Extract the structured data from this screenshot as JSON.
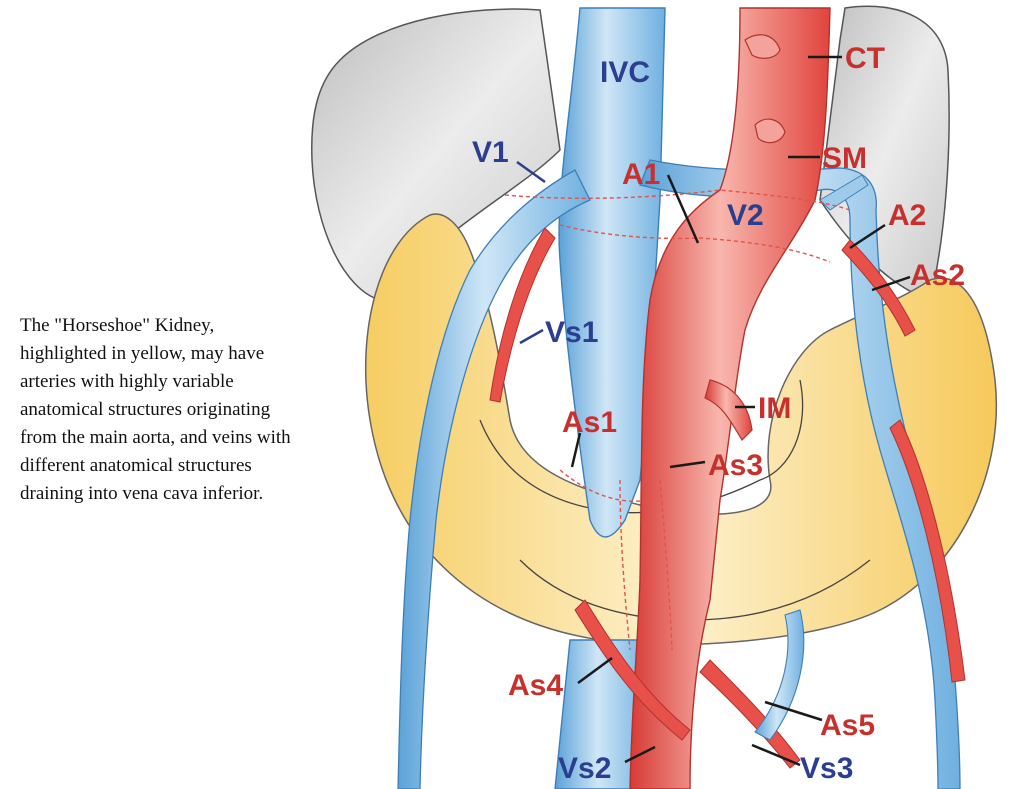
{
  "caption": {
    "lines": [
      "The \"Horseshoe\" Kidney,",
      "highlighted in yellow, may have",
      "arteries with highly variable",
      "anatomical structures originating",
      "from the main aorta, and veins with",
      "different anatomical structures",
      "draining into vena cava inferior."
    ]
  },
  "labels": {
    "ivc": "IVC",
    "ct": "CT",
    "sm": "SM",
    "v1": "V1",
    "a1": "A1",
    "v2": "V2",
    "a2": "A2",
    "as2": "As2",
    "vs1": "Vs1",
    "im": "IM",
    "as1": "As1",
    "as3": "As3",
    "as4": "As4",
    "as5": "As5",
    "vs2": "Vs2",
    "vs3": "Vs3"
  },
  "colors": {
    "artery": "#e8504a",
    "vein": "#8ec6ea",
    "kidney": "#f8d77c",
    "adrenal": "#d9d9d9",
    "label_artery": "#c7302d",
    "label_vein": "#2c3e8f"
  }
}
